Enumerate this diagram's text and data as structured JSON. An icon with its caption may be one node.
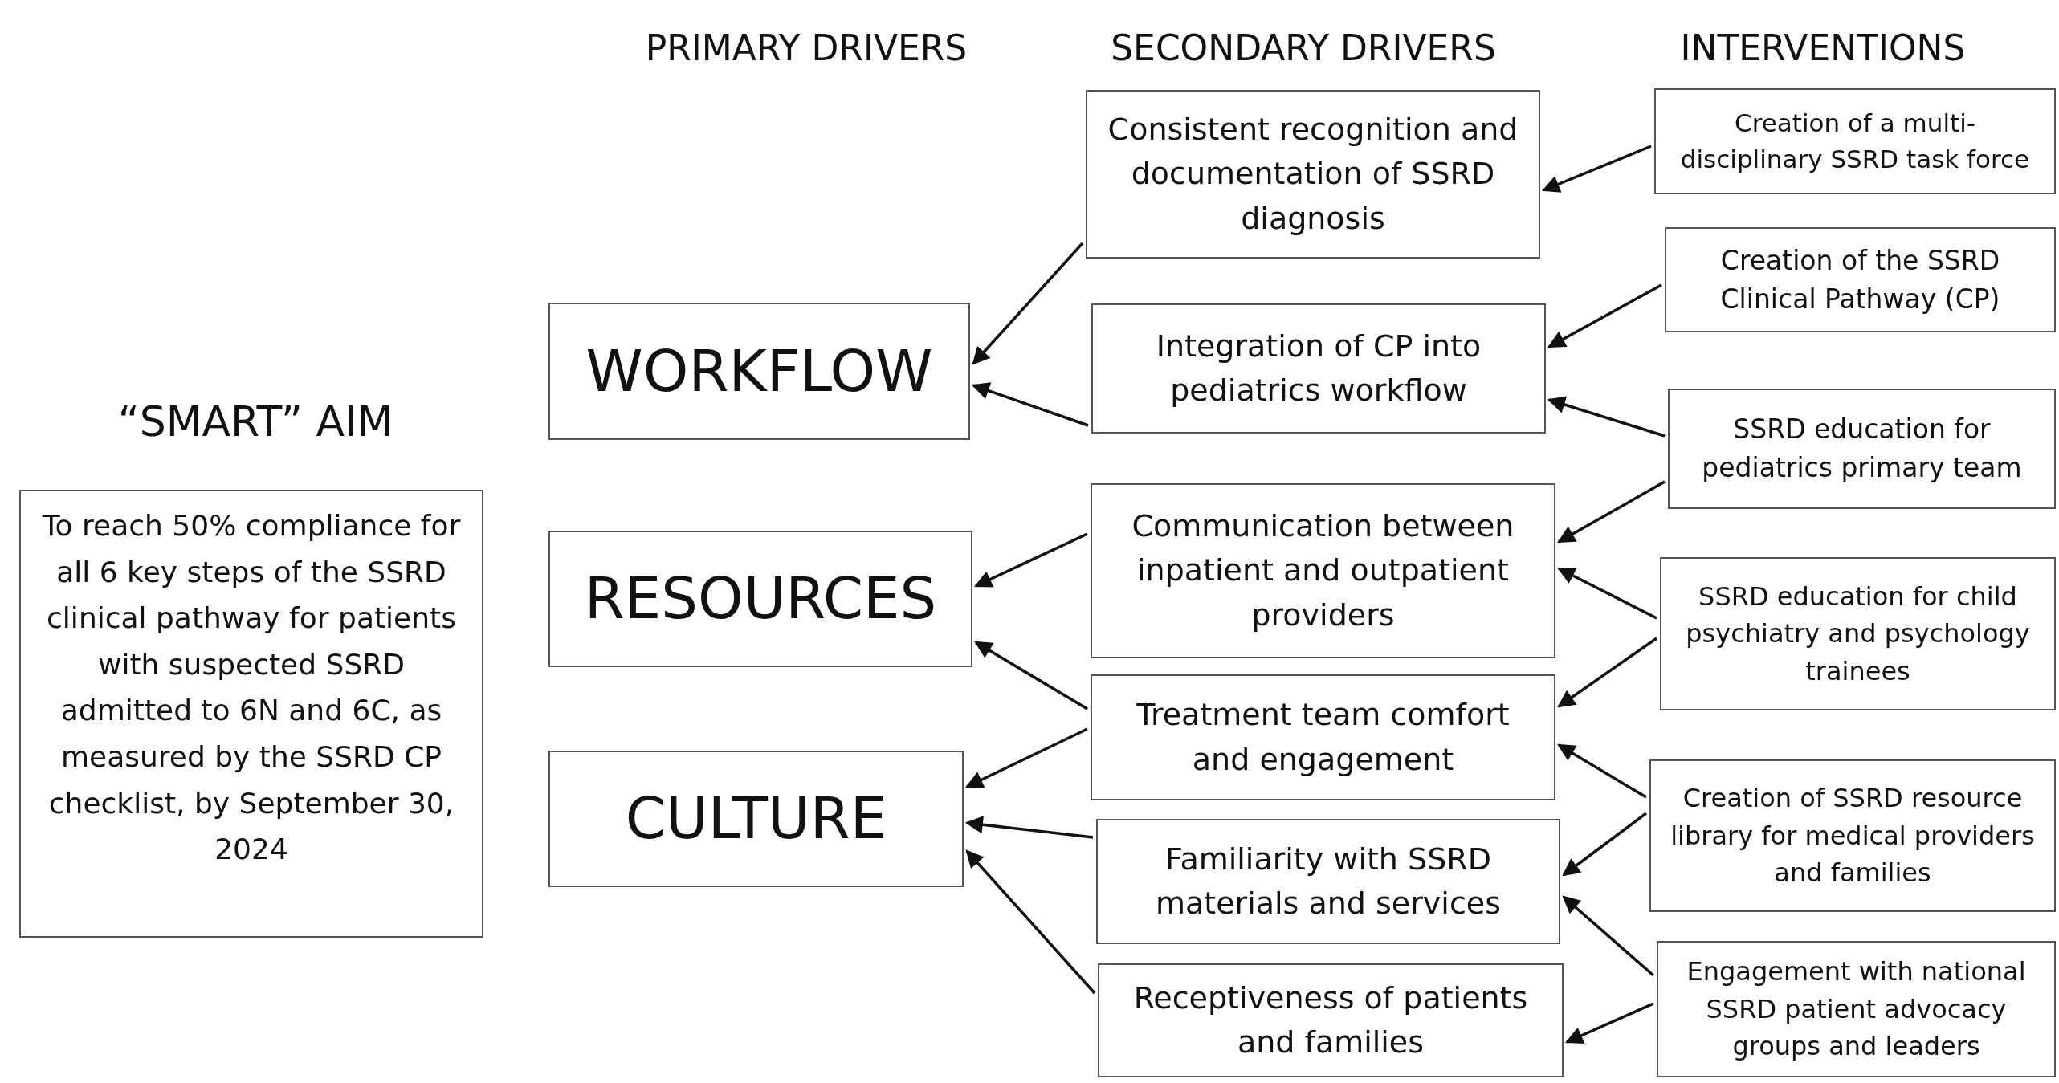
{
  "diagram": {
    "nodes": [
      {
        "text": [
          "“SMART” AIM",
          "To reach 50% compliance for all 6 key steps of the SSRD clinical pathway for patients with suspected SSRD admitted to 6N and 6C, as measured by the SSRD CP checklist, by September 30, 2024"
        ]
      },
      {
        "text": [
          "WORKFLOW"
        ]
      },
      {
        "text": [
          "RESOURCES"
        ]
      },
      {
        "text": [
          "CULTURE"
        ]
      },
      {
        "text": [
          "Consistent recognition and documentation of SSRD diagnosis"
        ]
      },
      {
        "text": [
          "Integration of CP into pediatrics workflow"
        ]
      },
      {
        "text": [
          "Communication between inpatient and outpatient providers"
        ]
      },
      {
        "text": [
          "Treatment team comfort and engagement"
        ]
      },
      {
        "text": [
          "Familiarity with SSRD materials and services"
        ]
      },
      {
        "text": [
          "Receptiveness of patients and families"
        ]
      },
      {
        "text": [
          "Creation of a multi-disciplinary SSRD task force"
        ]
      },
      {
        "text": [
          "Creation of the SSRD Clinical Pathway (CP)"
        ]
      },
      {
        "text": [
          "SSRD education for pediatrics primary team"
        ]
      },
      {
        "text": [
          "SSRD education for child psychiatry and psychology trainees"
        ]
      },
      {
        "text": [
          "Creation of SSRD resource library for medical providers and families"
        ]
      },
      {
        "text": [
          "Engagement with national SSRD patient advocacy groups and leaders"
        ]
      }
    ],
    "edges": [
      {
        "from": 4,
        "to": 1,
        "arrow": "to"
      },
      {
        "from": 5,
        "to": 1,
        "arrow": "to"
      },
      {
        "from": 6,
        "to": 2,
        "arrow": "to"
      },
      {
        "from": 7,
        "to": 2,
        "arrow": "to"
      },
      {
        "from": 7,
        "to": 3,
        "arrow": "to"
      },
      {
        "from": 8,
        "to": 3,
        "arrow": "to"
      },
      {
        "from": 9,
        "to": 3,
        "arrow": "to"
      },
      {
        "from": 10,
        "to": 4,
        "arrow": "to"
      },
      {
        "from": 11,
        "to": 5,
        "arrow": "to"
      },
      {
        "from": 12,
        "to": 5,
        "arrow": "to"
      },
      {
        "from": 12,
        "to": 6,
        "arrow": "to"
      },
      {
        "from": 13,
        "to": 6,
        "arrow": "to"
      },
      {
        "from": 13,
        "to": 7,
        "arrow": "to"
      },
      {
        "from": 14,
        "to": 7,
        "arrow": "to"
      },
      {
        "from": 14,
        "to": 8,
        "arrow": "to"
      },
      {
        "from": 15,
        "to": 8,
        "arrow": "to"
      },
      {
        "from": 15,
        "to": 9,
        "arrow": "to"
      }
    ],
    "labels": [
      "PRIMARY DRIVERS",
      "SECONDARY DRIVERS",
      "INTERVENTIONS"
    ]
  }
}
